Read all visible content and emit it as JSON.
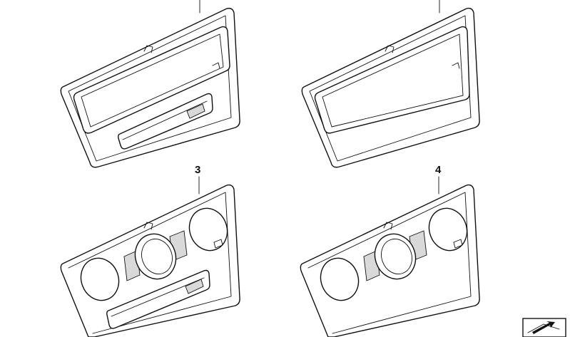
{
  "diagram": {
    "parts": [
      {
        "number": "",
        "name": "bezel-panel-top-left"
      },
      {
        "number": "",
        "name": "bezel-panel-top-right"
      },
      {
        "number": "3",
        "name": "bezel-panel-bottom-left"
      },
      {
        "number": "4",
        "name": "bezel-panel-bottom-right"
      }
    ]
  },
  "colors": {
    "line": "#111111",
    "background": "#ffffff",
    "shade": "#d9d9d9"
  },
  "icons": {
    "corner": "arrow-cube-icon"
  }
}
